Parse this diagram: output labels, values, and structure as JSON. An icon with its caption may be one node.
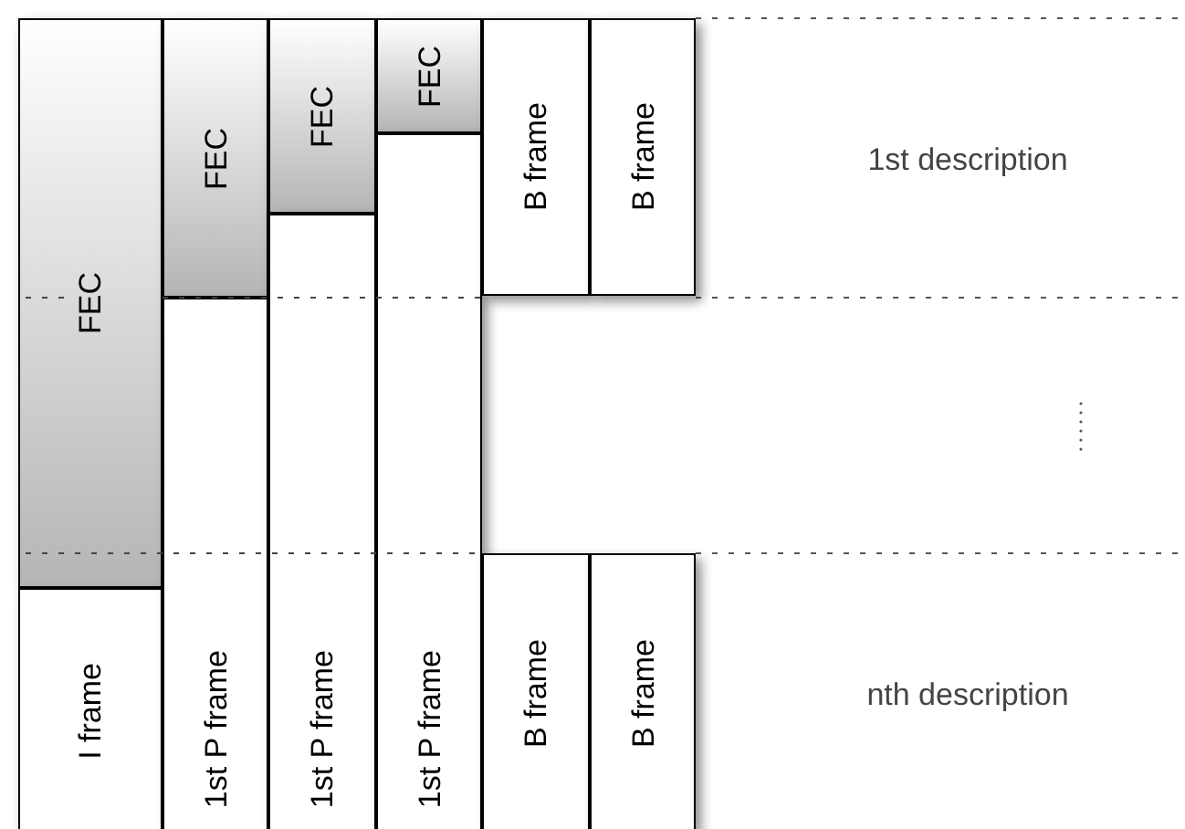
{
  "diagram": {
    "nodes": [
      {
        "text": [
          "FEC"
        ]
      },
      {
        "text": [
          "I frame"
        ]
      },
      {
        "text": [
          "FEC"
        ]
      },
      {
        "text": [
          "1st P frame"
        ]
      },
      {
        "text": [
          "FEC"
        ]
      },
      {
        "text": [
          "1st P frame"
        ]
      },
      {
        "text": [
          "FEC"
        ]
      },
      {
        "text": [
          "1st P frame"
        ]
      },
      {
        "text": [
          "B frame"
        ]
      },
      {
        "text": [
          "B frame"
        ]
      },
      {
        "text": [
          "B frame"
        ]
      },
      {
        "text": [
          "B frame"
        ]
      }
    ],
    "labels": [
      "1st description",
      "nth description"
    ]
  }
}
